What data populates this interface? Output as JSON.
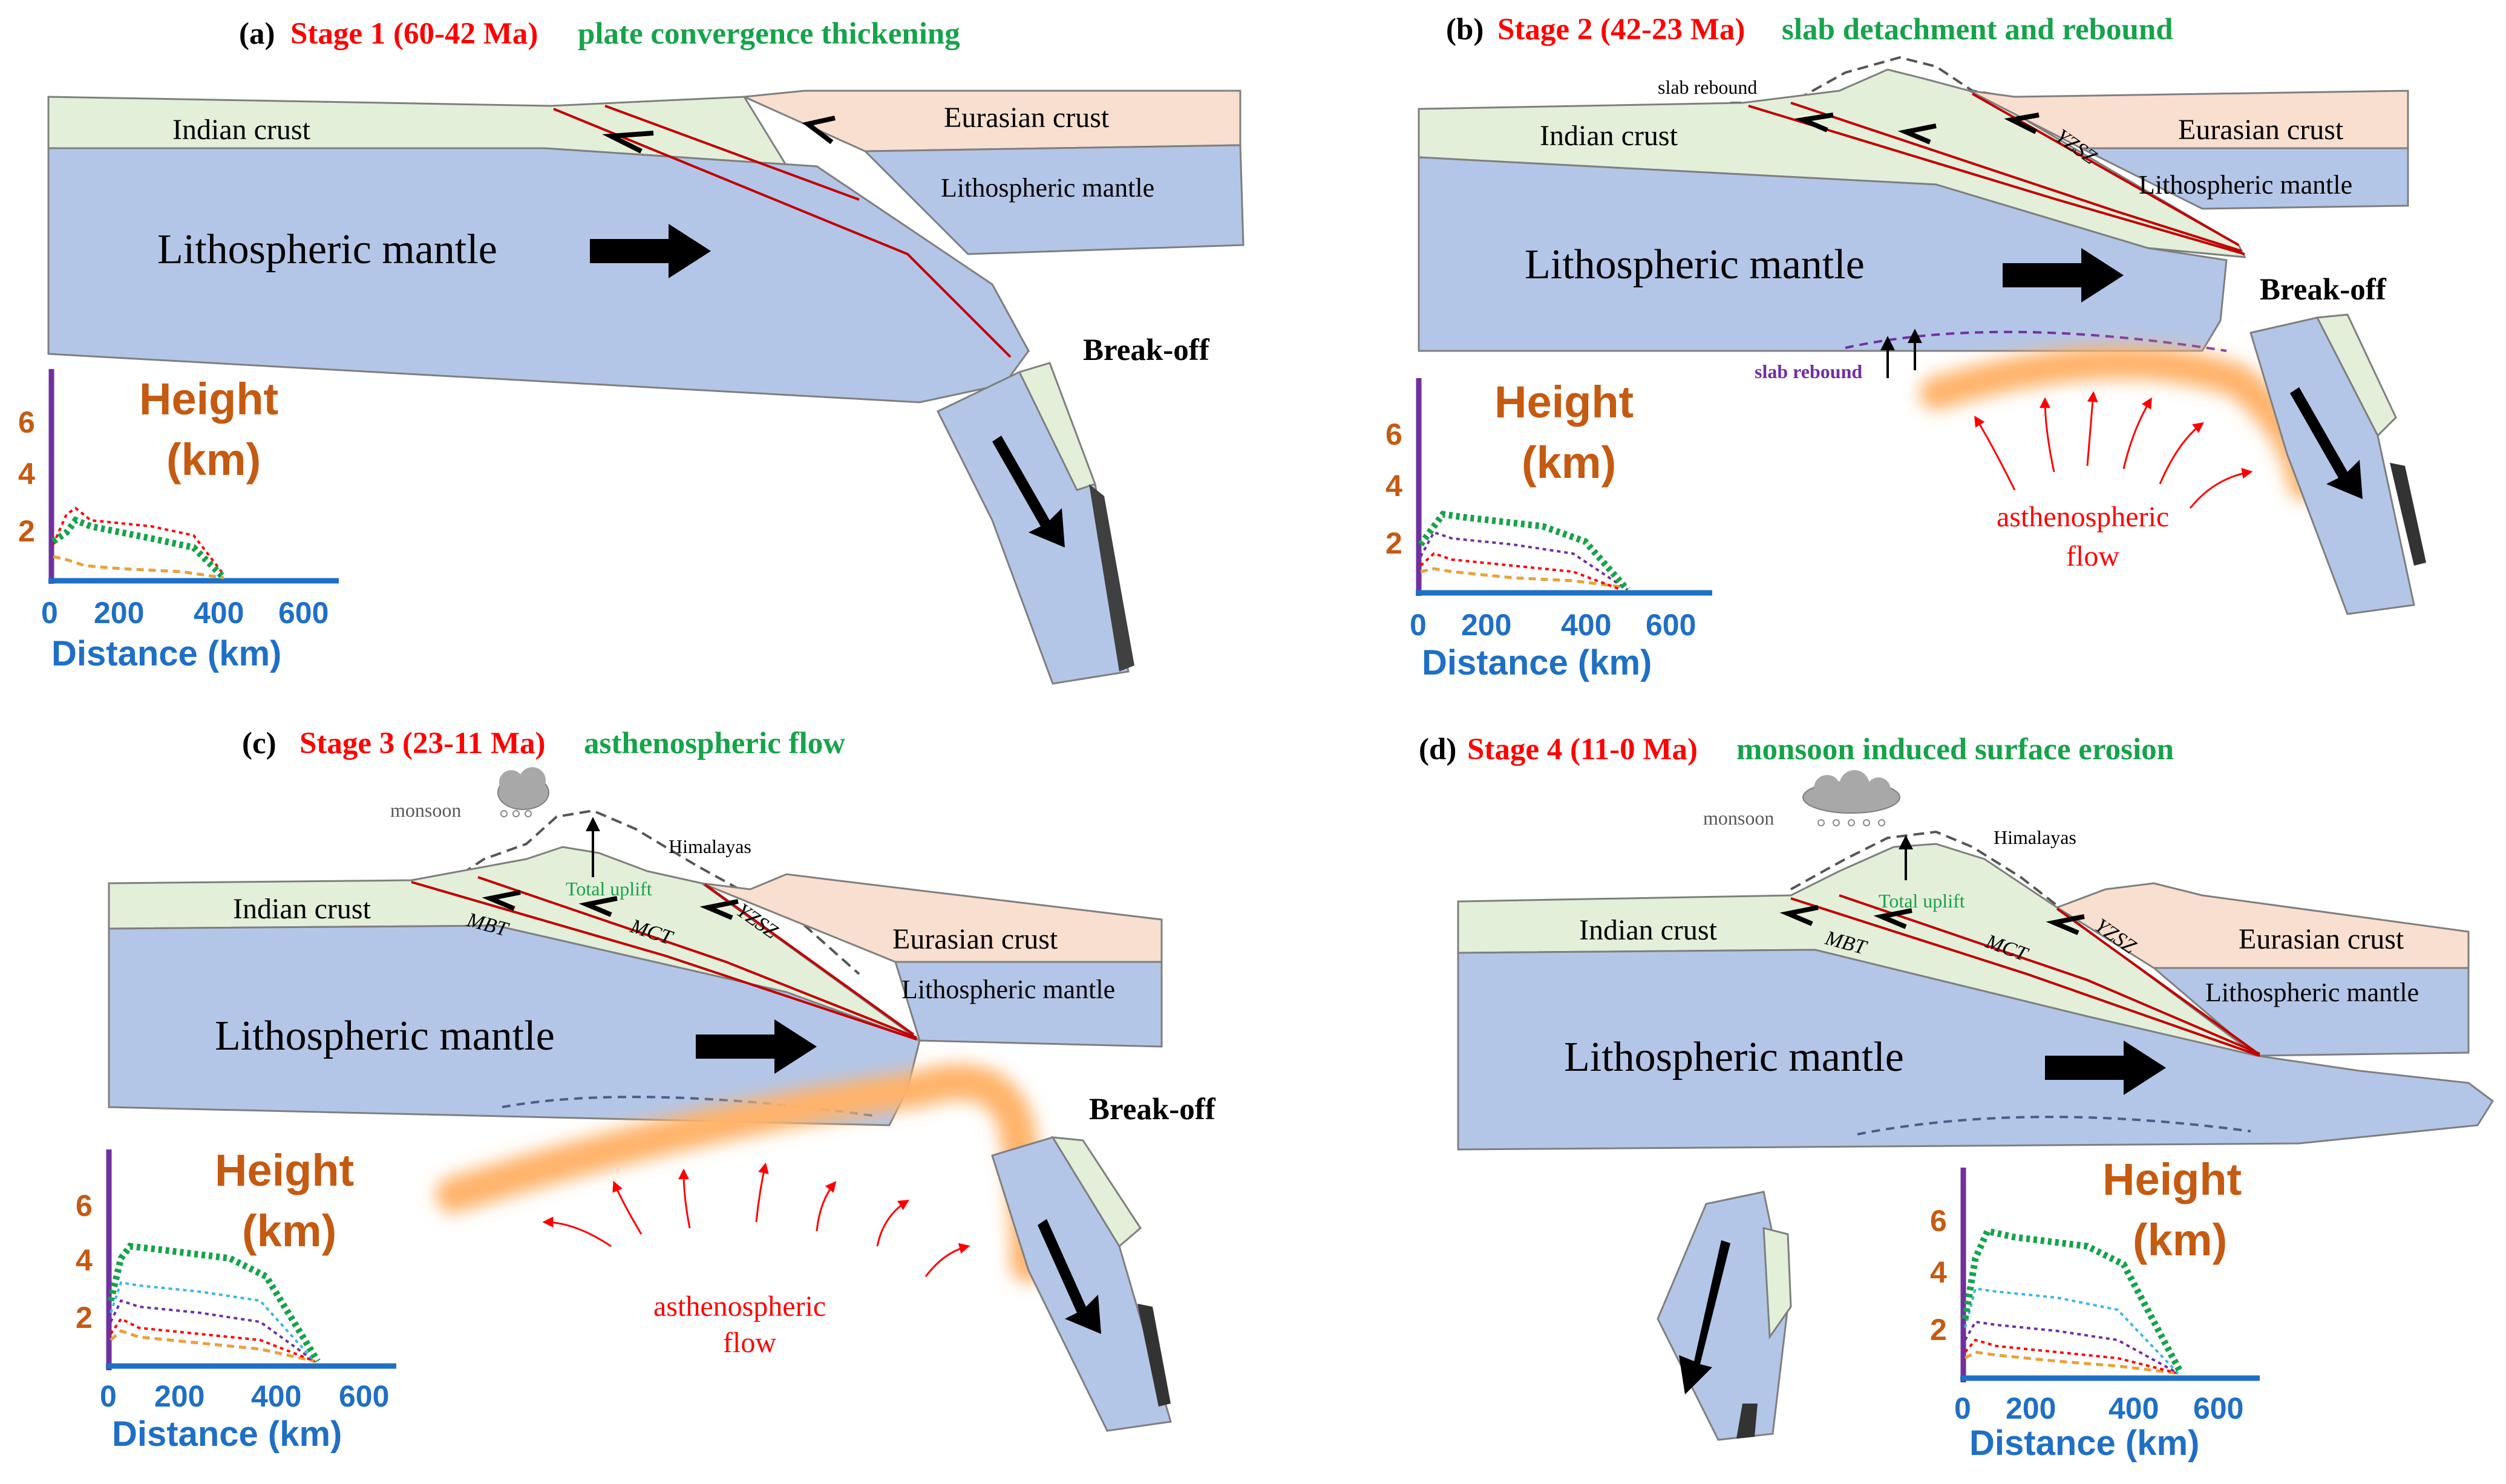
{
  "colors": {
    "crust_indian": "#e4efd9",
    "crust_eurasian": "#f9dfcf",
    "mantle": "#b4c6e7",
    "stage_red": "#ff0000",
    "stage_green": "#16a34a",
    "height_orange": "#c55a11",
    "distance_blue": "#1f6fc5",
    "axis_purple": "#7030a0",
    "fault_red": "#c00000",
    "flow_orange": "#ffb36b"
  },
  "panels": [
    {
      "letter": "(a)",
      "stage": "Stage 1 (60-42 Ma)",
      "process": "plate convergence thickening",
      "indian_crust": "Indian crust",
      "eurasian_crust": "Eurasian crust",
      "mantle_left": "Lithospheric mantle",
      "mantle_right": "Lithospheric mantle",
      "break_off": "Break-off",
      "height_label_1": "Height",
      "height_label_2": "(km)",
      "distance_label": "Distance (km)",
      "y_ticks": [
        "6",
        "4",
        "2"
      ],
      "x_ticks": [
        "0",
        "200",
        "400",
        "600"
      ]
    },
    {
      "letter": "(b)",
      "stage": "Stage 2 (42-23 Ma)",
      "process": "slab detachment and rebound",
      "indian_crust": "Indian crust",
      "eurasian_crust": "Eurasian crust",
      "mantle_left": "Lithospheric mantle",
      "mantle_right": "Lithospheric mantle",
      "slab_rebound_top": "slab rebound",
      "slab_rebound_bottom": "slab rebound",
      "yzsz": "YZSZ",
      "break_off": "Break-off",
      "flow_1": "asthenospheric",
      "flow_2": "flow",
      "height_label_1": "Height",
      "height_label_2": "(km)",
      "distance_label": "Distance (km)",
      "y_ticks": [
        "6",
        "4",
        "2"
      ],
      "x_ticks": [
        "0",
        "200",
        "400",
        "600"
      ]
    },
    {
      "letter": "(c)",
      "stage": "Stage 3 (23-11 Ma)",
      "process": "asthenospheric flow",
      "indian_crust": "Indian crust",
      "eurasian_crust": "Eurasian crust",
      "mantle_left": "Lithospheric mantle",
      "mantle_right": "Lithospheric mantle",
      "monsoon": "monsoon",
      "himalayas": "Himalayas",
      "total_uplift": "Total uplift",
      "mbt": "MBT",
      "mct": "MCT",
      "yzsz": "YZSZ",
      "break_off": "Break-off",
      "flow_1": "asthenospheric",
      "flow_2": "flow",
      "height_label_1": "Height",
      "height_label_2": "(km)",
      "distance_label": "Distance (km)",
      "y_ticks": [
        "6",
        "4",
        "2"
      ],
      "x_ticks": [
        "0",
        "200",
        "400",
        "600"
      ]
    },
    {
      "letter": "(d)",
      "stage": "Stage 4 (11-0 Ma)",
      "process": "monsoon induced surface erosion",
      "indian_crust": "Indian crust",
      "eurasian_crust": "Eurasian crust",
      "mantle_left": "Lithospheric mantle",
      "mantle_right": "Lithospheric mantle",
      "monsoon": "monsoon",
      "himalayas": "Himalayas",
      "total_uplift": "Total uplift",
      "mbt": "MBT",
      "mct": "MCT",
      "yzsz": "YZSZ",
      "height_label_1": "Height",
      "height_label_2": "(km)",
      "distance_label": "Distance (km)",
      "y_ticks": [
        "6",
        "4",
        "2"
      ],
      "x_ticks": [
        "0",
        "200",
        "400",
        "600"
      ]
    }
  ]
}
